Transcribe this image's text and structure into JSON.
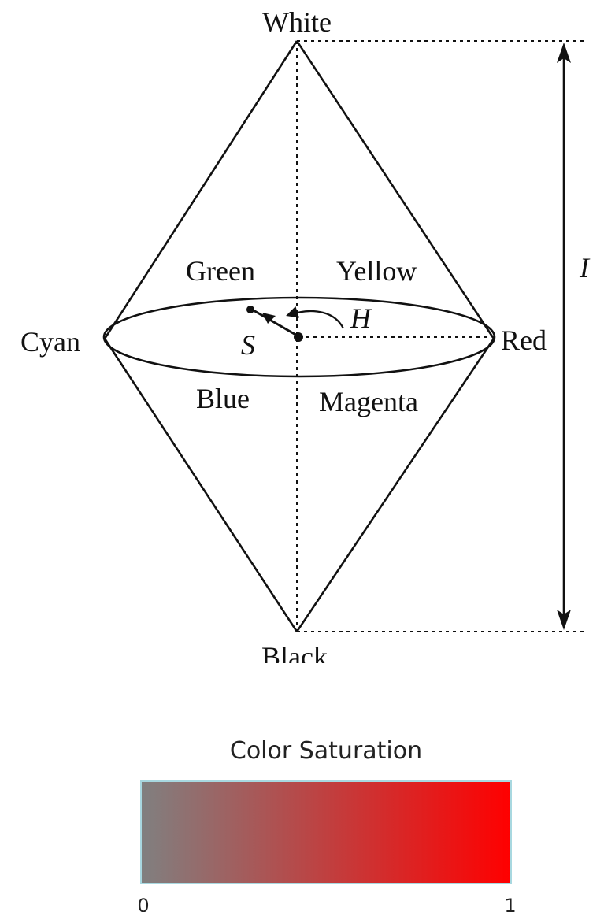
{
  "diagram": {
    "vertices": {
      "top": "White",
      "bottom": "Black",
      "left": "Cyan",
      "right": "Red"
    },
    "hue_labels": {
      "upper_left": "Green",
      "upper_right": "Yellow",
      "lower_left": "Blue",
      "lower_right": "Magenta"
    },
    "symbols": {
      "hue": "H",
      "saturation": "S",
      "intensity": "I"
    }
  },
  "saturation_scale": {
    "title": "Color Saturation",
    "min_label": "0",
    "max_label": "1",
    "colors": {
      "low": "#808080",
      "high": "#ff0000",
      "border": "#a8d8e0"
    }
  }
}
